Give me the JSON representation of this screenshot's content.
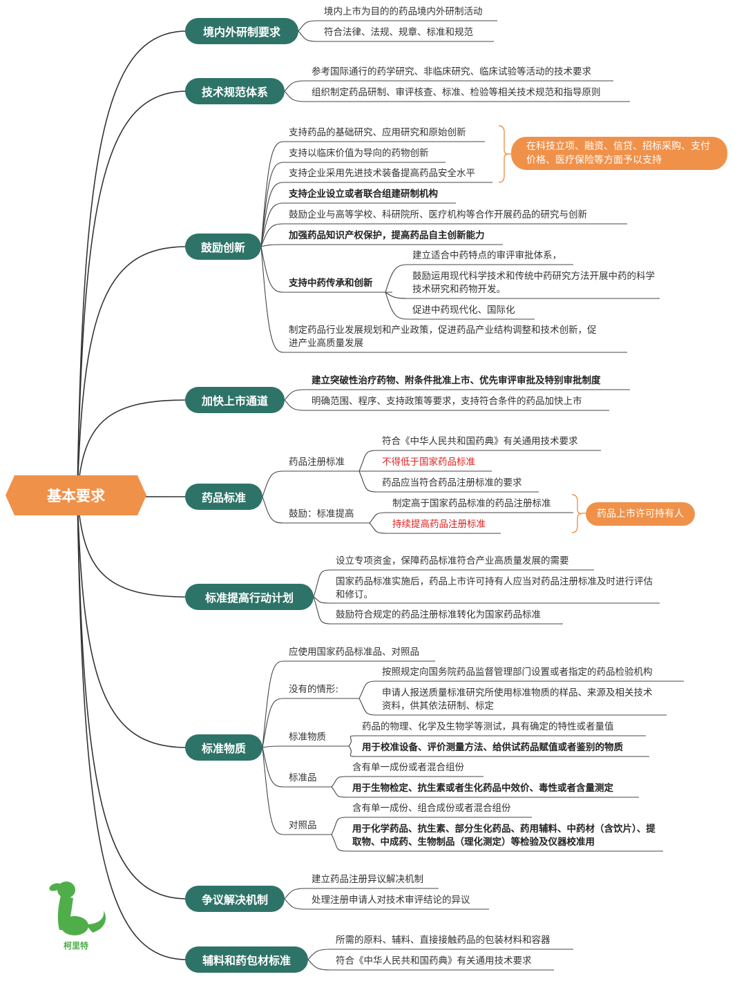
{
  "root": {
    "label": "基本要求"
  },
  "branches": [
    {
      "label": "境内外研制要求",
      "items": [
        "境内上市为目的的药品境内外研制活动",
        "符合法律、法规、规章、标准和规范"
      ]
    },
    {
      "label": "技术规范体系",
      "items": [
        "参考国际通行的药学研究、非临床研究、临床试验等活动的技术要求",
        "组织制定药品研制、审评核查、标准、检验等相关技术规范和指导原则"
      ]
    },
    {
      "label": "鼓励创新",
      "items": [
        "支持药品的基础研究、应用研究和原始创新",
        "支持以临床价值为导向的药物创新",
        "支持企业采用先进技术装备提高药品安全水平",
        "支持企业设立或者联合组建研制机构",
        "鼓励企业与高等学校、科研院所、医疗机构等合作开展药品的研究与创新",
        "加强药品知识产权保护，提高药品自主创新能力",
        "制定药品行业发展规划和产业政策，促进药品产业结构调整和技术创新，促进产业高质量发展"
      ],
      "callout": "在科技立项、融资、信贷、招标采购、支付价格、医疗保险等方面予以支持",
      "tcm": {
        "label": "支持中药传承和创新",
        "items": [
          "建立适合中药特点的审评审批体系，",
          "鼓励运用现代科学技术和传统中药研究方法开展中药的科学技术研究和药物开发。",
          "促进中药现代化、国际化"
        ]
      }
    },
    {
      "label": "加快上市通道",
      "items": [
        "建立突破性治疗药物、附条件批准上市、优先审评审批及特别审批制度",
        "明确范围、程序、支持政策等要求，支持符合条件的药品加快上市"
      ]
    },
    {
      "label": "药品标准",
      "reg": {
        "label": "药品注册标准",
        "items": [
          "符合《中华人民共和国药典》有关通用技术要求",
          "不得低于国家药品标准",
          "药品应当符合药品注册标准的要求"
        ]
      },
      "enc": {
        "label": "鼓励：标准提高",
        "items": [
          "制定高于国家药品标准的药品注册标准",
          "持续提高药品注册标准"
        ]
      },
      "callout": "药品上市许可持有人"
    },
    {
      "label": "标准提高行动计划",
      "items": [
        "设立专项资金，保障药品标准符合产业高质量发展的需要",
        "国家药品标准实施后，药品上市许可持有人应当对药品注册标准及时进行评估和修订。",
        "鼓励符合规定的药品注册标准转化为国家药品标准"
      ]
    },
    {
      "label": "标准物质",
      "item0": "应使用国家药品标准品、对照品",
      "subs": [
        {
          "label": "没有的情形:",
          "items": [
            "按照规定向国务院药品监督管理部门设置或者指定的药品检验机构",
            "申请人报送质量标准研究所使用标准物质的样品、来源及相关技术资料，供其依法研制、标定"
          ]
        },
        {
          "label": "标准物质",
          "items": [
            "药品的物理、化学及生物学等测试，具有确定的特性或者量值",
            "用于校准设备、评价测量方法、给供试药品赋值或者鉴别的物质"
          ]
        },
        {
          "label": "标准品",
          "items": [
            "含有单一成份或者混合组份",
            "用于生物检定、抗生素或者生化药品中效价、毒性或者含量测定"
          ]
        },
        {
          "label": "对照品",
          "items": [
            "含有单一成份、组合成份或者混合组份",
            "用于化学药品、抗生素、部分生化药品、药用辅料、中药材（含饮片）、提取物、中成药、生物制品（理化测定）等检验及仪器校准用"
          ]
        }
      ]
    },
    {
      "label": "争议解决机制",
      "items": [
        "建立药品注册异议解决机制",
        "处理注册申请人对技术审评结论的异议"
      ]
    },
    {
      "label": "辅料和药包材标准",
      "items": [
        "所需的原料、辅料、直接接触药品的包装材料和容器",
        "符合《中华人民共和国药典》有关通用技术要求"
      ]
    }
  ],
  "logo": {
    "label": "柯里特"
  },
  "colors": {
    "topic": "#2E7368",
    "root": "#F0914A",
    "callout": "#F0914A",
    "red_text": "#E02020",
    "logo": "#4FAE4A"
  }
}
